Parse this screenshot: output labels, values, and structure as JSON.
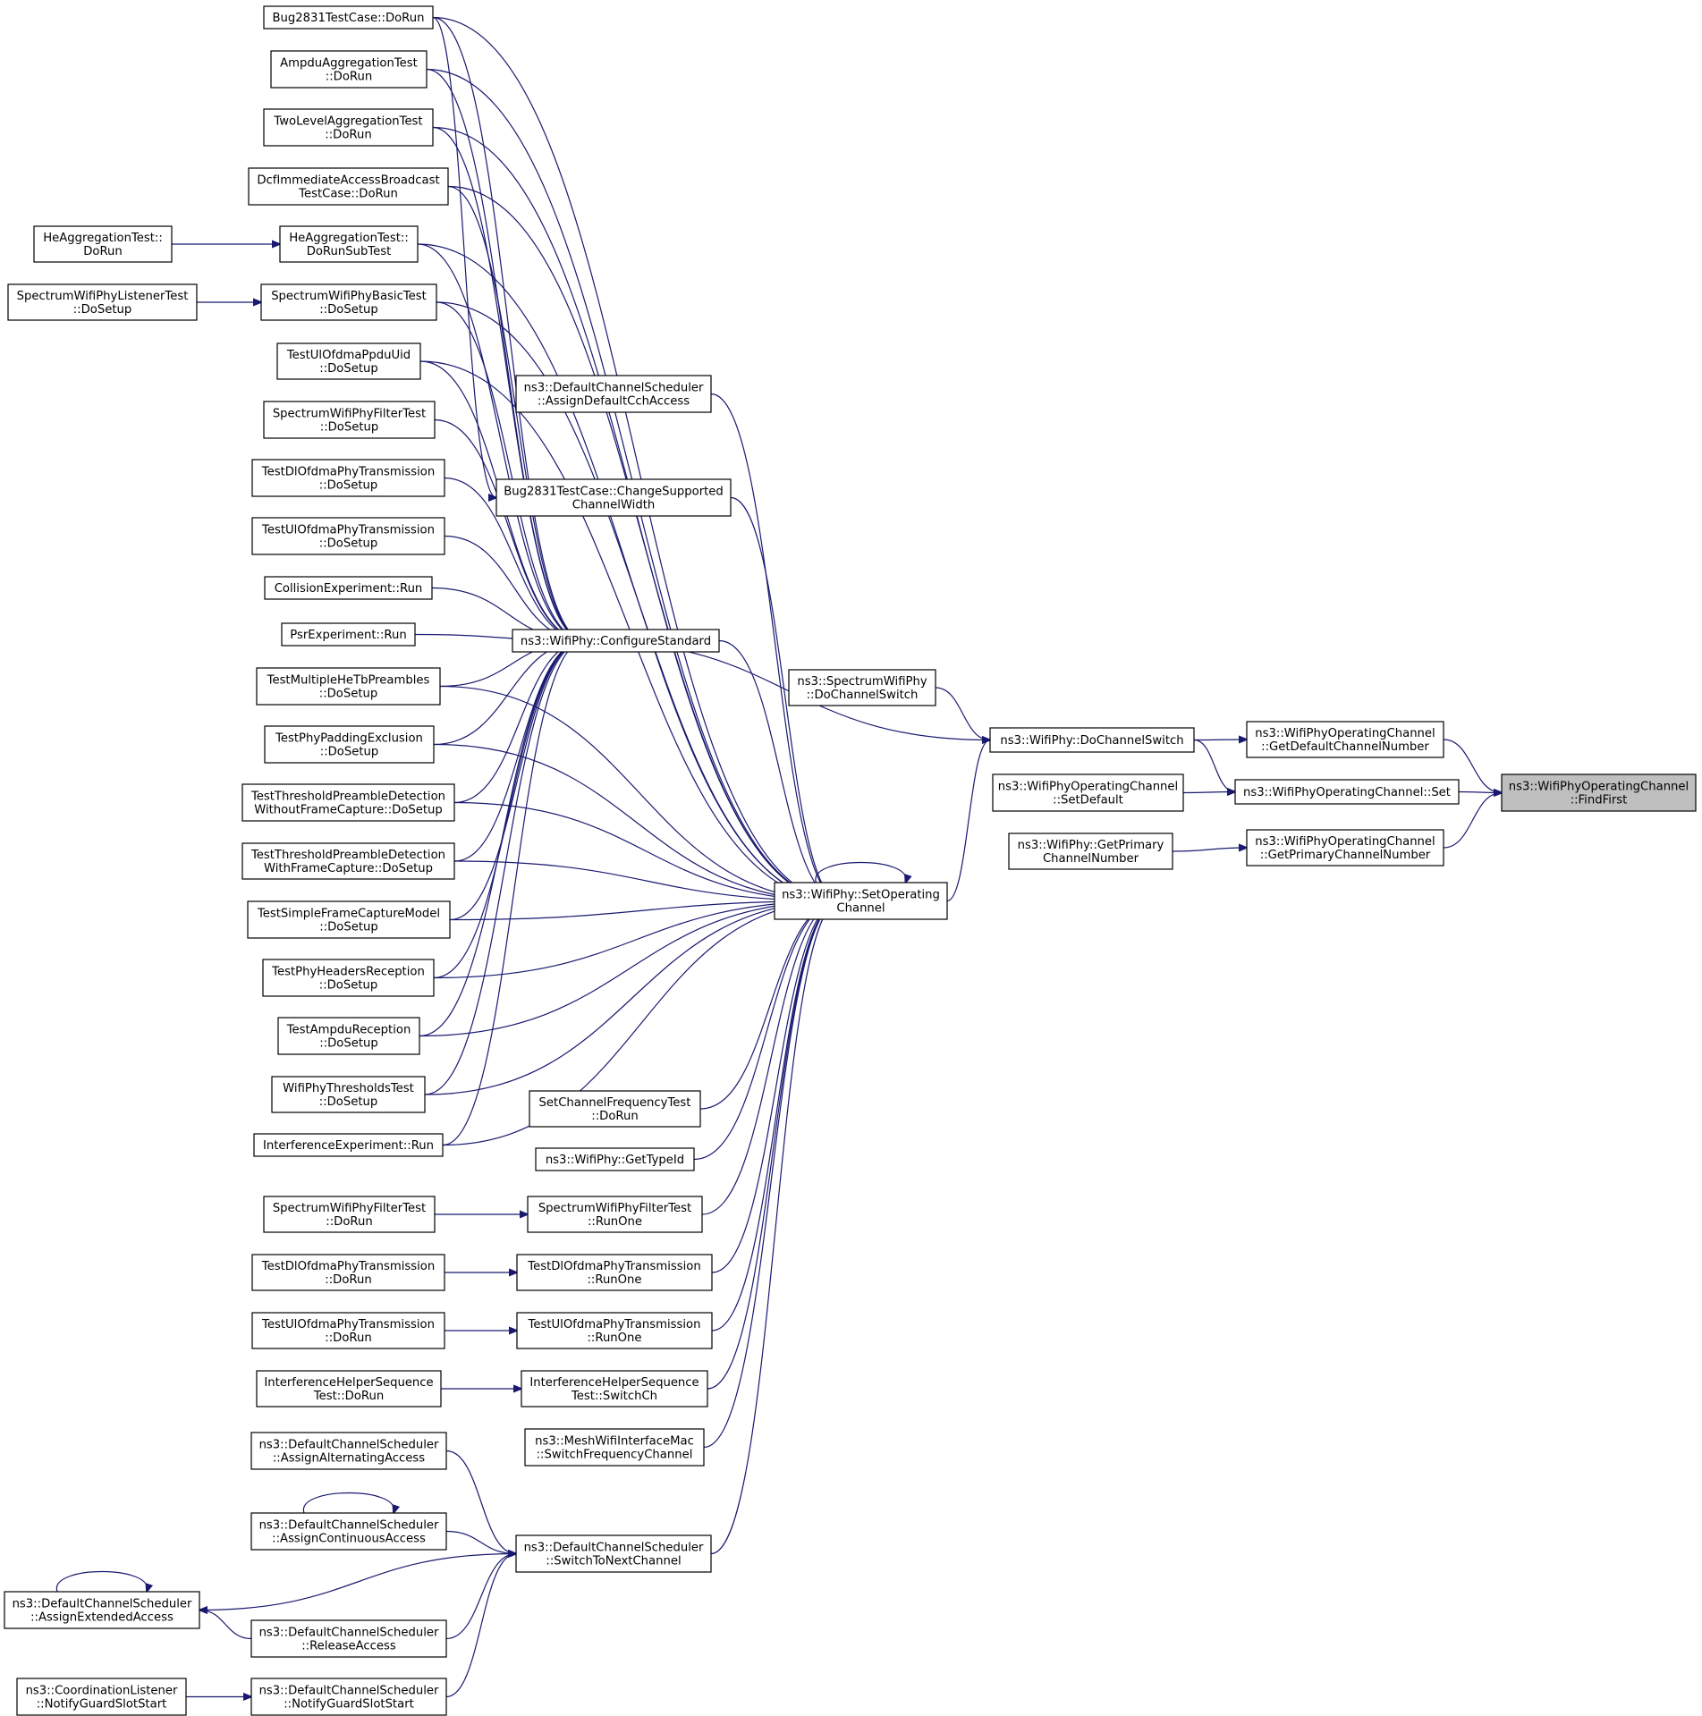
{
  "nodes": [
    {
      "id": "findfirst",
      "lines": [
        "ns3::WifiPhyOperatingChannel",
        "::FindFirst"
      ],
      "highlight": true
    },
    {
      "id": "getdefch",
      "lines": [
        "ns3::WifiPhyOperatingChannel",
        "::GetDefaultChannelNumber"
      ]
    },
    {
      "id": "set",
      "lines": [
        "ns3::WifiPhyOperatingChannel::Set"
      ]
    },
    {
      "id": "getprimch",
      "lines": [
        "ns3::WifiPhyOperatingChannel",
        "::GetPrimaryChannelNumber"
      ]
    },
    {
      "id": "dochswitch",
      "lines": [
        "ns3::WifiPhy::DoChannelSwitch"
      ]
    },
    {
      "id": "setdefault",
      "lines": [
        "ns3::WifiPhyOperatingChannel",
        "::SetDefault"
      ]
    },
    {
      "id": "getprimary",
      "lines": [
        "ns3::WifiPhy::GetPrimary",
        "ChannelNumber"
      ]
    },
    {
      "id": "specdochsw",
      "lines": [
        "ns3::SpectrumWifiPhy",
        "::DoChannelSwitch"
      ]
    },
    {
      "id": "setop",
      "lines": [
        "ns3::WifiPhy::SetOperating",
        "Channel"
      ]
    },
    {
      "id": "confstd",
      "lines": [
        "ns3::WifiPhy::ConfigureStandard"
      ]
    },
    {
      "id": "assigncch",
      "lines": [
        "ns3::DefaultChannelScheduler",
        "::AssignDefaultCchAccess"
      ]
    },
    {
      "id": "changesup",
      "lines": [
        "Bug2831TestCase::ChangeSupported",
        "ChannelWidth"
      ]
    },
    {
      "id": "setchfreq",
      "lines": [
        "SetChannelFrequencyTest",
        "::DoRun"
      ]
    },
    {
      "id": "gettypeid",
      "lines": [
        "ns3::WifiPhy::GetTypeId"
      ]
    },
    {
      "id": "specfiltrunone",
      "lines": [
        "SpectrumWifiPhyFilterTest",
        "::RunOne"
      ]
    },
    {
      "id": "dlrunone",
      "lines": [
        "TestDlOfdmaPhyTransmission",
        "::RunOne"
      ]
    },
    {
      "id": "ulrunone",
      "lines": [
        "TestUlOfdmaPhyTransmission",
        "::RunOne"
      ]
    },
    {
      "id": "ihseqswitch",
      "lines": [
        "InterferenceHelperSequence",
        "Test::SwitchCh"
      ]
    },
    {
      "id": "meshswitch",
      "lines": [
        "ns3::MeshWifiInterfaceMac",
        "::SwitchFrequencyChannel"
      ]
    },
    {
      "id": "switchnext",
      "lines": [
        "ns3::DefaultChannelScheduler",
        "::SwitchToNextChannel"
      ]
    },
    {
      "id": "bugdorun",
      "lines": [
        "Bug2831TestCase::DoRun"
      ]
    },
    {
      "id": "ampdu",
      "lines": [
        "AmpduAggregationTest",
        "::DoRun"
      ]
    },
    {
      "id": "twolevel",
      "lines": [
        "TwoLevelAggregationTest",
        "::DoRun"
      ]
    },
    {
      "id": "dcfimm",
      "lines": [
        "DcfImmediateAccessBroadcast",
        "TestCase::DoRun"
      ]
    },
    {
      "id": "heaggsub",
      "lines": [
        "HeAggregationTest::",
        "DoRunSubTest"
      ]
    },
    {
      "id": "heagg",
      "lines": [
        "HeAggregationTest::",
        "DoRun"
      ]
    },
    {
      "id": "specbasic",
      "lines": [
        "SpectrumWifiPhyBasicTest",
        "::DoSetup"
      ]
    },
    {
      "id": "speclistener",
      "lines": [
        "SpectrumWifiPhyListenerTest",
        "::DoSetup"
      ]
    },
    {
      "id": "ulppdu",
      "lines": [
        "TestUlOfdmaPpduUid",
        "::DoSetup"
      ]
    },
    {
      "id": "specfiltsetup",
      "lines": [
        "SpectrumWifiPhyFilterTest",
        "::DoSetup"
      ]
    },
    {
      "id": "dlsetup",
      "lines": [
        "TestDlOfdmaPhyTransmission",
        "::DoSetup"
      ]
    },
    {
      "id": "ulsetup",
      "lines": [
        "TestUlOfdmaPhyTransmission",
        "::DoSetup"
      ]
    },
    {
      "id": "collision",
      "lines": [
        "CollisionExperiment::Run"
      ]
    },
    {
      "id": "psr",
      "lines": [
        "PsrExperiment::Run"
      ]
    },
    {
      "id": "multihe",
      "lines": [
        "TestMultipleHeTbPreambles",
        "::DoSetup"
      ]
    },
    {
      "id": "padding",
      "lines": [
        "TestPhyPaddingExclusion",
        "::DoSetup"
      ]
    },
    {
      "id": "threshwithout",
      "lines": [
        "TestThresholdPreambleDetection",
        "WithoutFrameCapture::DoSetup"
      ]
    },
    {
      "id": "threshwith",
      "lines": [
        "TestThresholdPreambleDetection",
        "WithFrameCapture::DoSetup"
      ]
    },
    {
      "id": "simplecap",
      "lines": [
        "TestSimpleFrameCaptureModel",
        "::DoSetup"
      ]
    },
    {
      "id": "headers",
      "lines": [
        "TestPhyHeadersReception",
        "::DoSetup"
      ]
    },
    {
      "id": "ampdurec",
      "lines": [
        "TestAmpduReception",
        "::DoSetup"
      ]
    },
    {
      "id": "thresholds",
      "lines": [
        "WifiPhyThresholdsTest",
        "::DoSetup"
      ]
    },
    {
      "id": "interfexp",
      "lines": [
        "InterferenceExperiment::Run"
      ]
    },
    {
      "id": "specfiltdorun",
      "lines": [
        "SpectrumWifiPhyFilterTest",
        "::DoRun"
      ]
    },
    {
      "id": "dldorun",
      "lines": [
        "TestDlOfdmaPhyTransmission",
        "::DoRun"
      ]
    },
    {
      "id": "uldorun",
      "lines": [
        "TestUlOfdmaPhyTransmission",
        "::DoRun"
      ]
    },
    {
      "id": "ihseqdorun",
      "lines": [
        "InterferenceHelperSequence",
        "Test::DoRun"
      ]
    },
    {
      "id": "assignalt",
      "lines": [
        "ns3::DefaultChannelScheduler",
        "::AssignAlternatingAccess"
      ]
    },
    {
      "id": "assigncont",
      "lines": [
        "ns3::DefaultChannelScheduler",
        "::AssignContinuousAccess"
      ]
    },
    {
      "id": "assignext",
      "lines": [
        "ns3::DefaultChannelScheduler",
        "::AssignExtendedAccess"
      ]
    },
    {
      "id": "release",
      "lines": [
        "ns3::DefaultChannelScheduler",
        "::ReleaseAccess"
      ]
    },
    {
      "id": "notifysched",
      "lines": [
        "ns3::DefaultChannelScheduler",
        "::NotifyGuardSlotStart"
      ]
    },
    {
      "id": "coordnotify",
      "lines": [
        "ns3::CoordinationListener",
        "::NotifyGuardSlotStart"
      ]
    }
  ],
  "edges": [
    [
      "getdefch",
      "findfirst"
    ],
    [
      "set",
      "findfirst"
    ],
    [
      "getprimch",
      "findfirst"
    ],
    [
      "dochswitch",
      "getdefch"
    ],
    [
      "setdefault",
      "set"
    ],
    [
      "dochswitch",
      "set"
    ],
    [
      "getprimary",
      "getprimch"
    ],
    [
      "specdochsw",
      "dochswitch"
    ],
    [
      "setop",
      "dochswitch"
    ],
    [
      "dochswitch",
      "confstd"
    ],
    [
      "setop",
      "setop"
    ],
    [
      "confstd",
      "setop"
    ],
    [
      "assigncch",
      "setop"
    ],
    [
      "changesup",
      "setop"
    ],
    [
      "setchfreq",
      "setop"
    ],
    [
      "gettypeid",
      "setop"
    ],
    [
      "specfiltrunone",
      "setop"
    ],
    [
      "dlrunone",
      "setop"
    ],
    [
      "ulrunone",
      "setop"
    ],
    [
      "ihseqswitch",
      "setop"
    ],
    [
      "meshswitch",
      "setop"
    ],
    [
      "switchnext",
      "setop"
    ],
    [
      "multihe",
      "setop"
    ],
    [
      "padding",
      "setop"
    ],
    [
      "threshwithout",
      "setop"
    ],
    [
      "threshwith",
      "setop"
    ],
    [
      "simplecap",
      "setop"
    ],
    [
      "headers",
      "setop"
    ],
    [
      "ampdurec",
      "setop"
    ],
    [
      "thresholds",
      "setop"
    ],
    [
      "interfexp",
      "setop"
    ],
    [
      "bugdorun",
      "setop"
    ],
    [
      "ampdu",
      "setop"
    ],
    [
      "twolevel",
      "setop"
    ],
    [
      "dcfimm",
      "setop"
    ],
    [
      "heaggsub",
      "setop"
    ],
    [
      "specbasic",
      "setop"
    ],
    [
      "ulppdu",
      "setop"
    ],
    [
      "bugdorun",
      "changesup"
    ],
    [
      "bugdorun",
      "confstd"
    ],
    [
      "ampdu",
      "confstd"
    ],
    [
      "twolevel",
      "confstd"
    ],
    [
      "dcfimm",
      "confstd"
    ],
    [
      "heaggsub",
      "confstd"
    ],
    [
      "specbasic",
      "confstd"
    ],
    [
      "ulppdu",
      "confstd"
    ],
    [
      "specfiltsetup",
      "confstd"
    ],
    [
      "dlsetup",
      "confstd"
    ],
    [
      "ulsetup",
      "confstd"
    ],
    [
      "collision",
      "confstd"
    ],
    [
      "psr",
      "confstd"
    ],
    [
      "multihe",
      "confstd"
    ],
    [
      "padding",
      "confstd"
    ],
    [
      "threshwithout",
      "confstd"
    ],
    [
      "threshwith",
      "confstd"
    ],
    [
      "simplecap",
      "confstd"
    ],
    [
      "headers",
      "confstd"
    ],
    [
      "ampdurec",
      "confstd"
    ],
    [
      "thresholds",
      "confstd"
    ],
    [
      "interfexp",
      "confstd"
    ],
    [
      "heagg",
      "heaggsub"
    ],
    [
      "speclistener",
      "specbasic"
    ],
    [
      "specfiltdorun",
      "specfiltrunone"
    ],
    [
      "dldorun",
      "dlrunone"
    ],
    [
      "uldorun",
      "ulrunone"
    ],
    [
      "ihseqdorun",
      "ihseqswitch"
    ],
    [
      "assignalt",
      "switchnext"
    ],
    [
      "assigncont",
      "switchnext"
    ],
    [
      "assignext",
      "switchnext"
    ],
    [
      "release",
      "switchnext"
    ],
    [
      "notifysched",
      "switchnext"
    ],
    [
      "assigncont",
      "assigncont"
    ],
    [
      "assignext",
      "assignext"
    ],
    [
      "release",
      "assignext"
    ],
    [
      "coordnotify",
      "notifysched"
    ]
  ]
}
